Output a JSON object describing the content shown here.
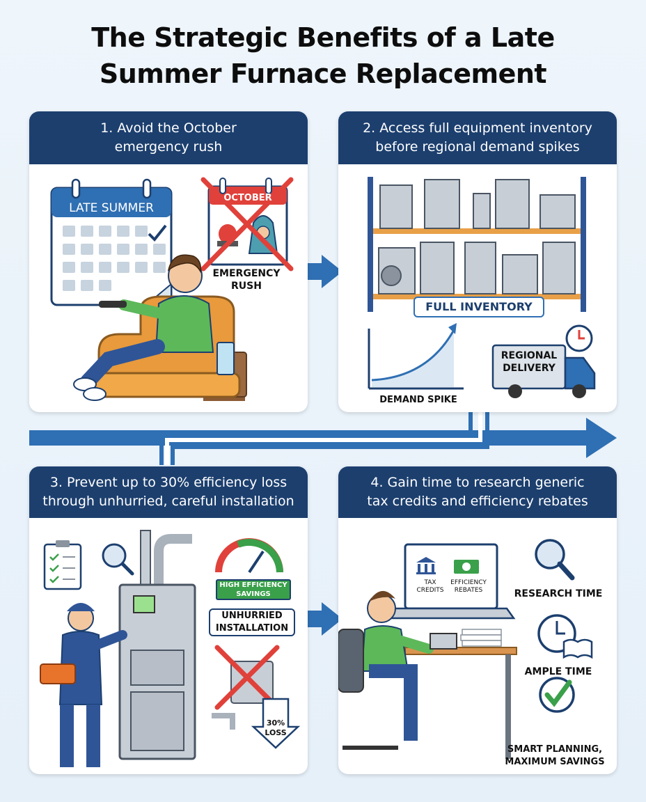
{
  "title": {
    "line1": "The Strategic Benefits of a Late",
    "line2": "Summer Furnace Replacement"
  },
  "panels": [
    {
      "header_line1": "1. Avoid the October",
      "header_line2": "emergency rush",
      "calendar_label": "LATE SUMMER",
      "october_label": "OCTOBER",
      "emergency_line1": "EMERGENCY",
      "emergency_line2": "RUSH"
    },
    {
      "header_line1": "2. Access full equipment inventory",
      "header_line2": "before regional demand spikes",
      "inventory_label": "FULL INVENTORY",
      "demand_label": "DEMAND SPIKE",
      "delivery_line1": "REGIONAL",
      "delivery_line2": "DELIVERY"
    },
    {
      "header_line1": "3. Prevent up to 30% efficiency loss",
      "header_line2": "through unhurried, careful installation",
      "gauge_line1": "HIGH EFFICIENCY",
      "gauge_line2": "SAVINGS",
      "install_line1": "UNHURRIED",
      "install_line2": "INSTALLATION",
      "loss_line1": "30%",
      "loss_line2": "LOSS"
    },
    {
      "header_line1": "4. Gain time to research generic",
      "header_line2": "tax credits and efficiency rebates",
      "tax_line1": "TAX",
      "tax_line2": "CREDITS",
      "rebate_line1": "EFFICIENCY",
      "rebate_line2": "REBATES",
      "research_label": "RESEARCH TIME",
      "ample_label": "AMPLE TIME",
      "smart_line1": "SMART PLANNING,",
      "smart_line2": "MAXIMUM SAVINGS"
    }
  ],
  "colors": {
    "header": "#1c3f6e",
    "arrow": "#2f6fb3",
    "accent_red": "#e0413a",
    "accent_green": "#3aa04a"
  }
}
